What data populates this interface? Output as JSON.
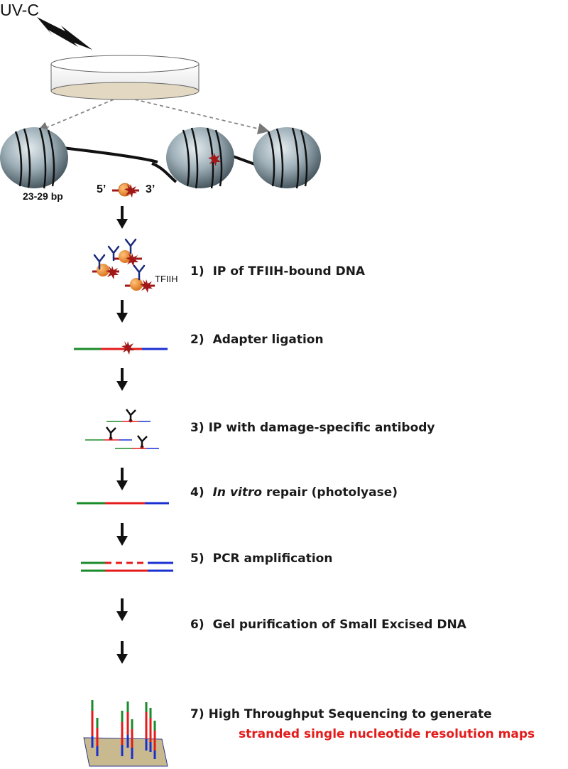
{
  "labels": {
    "uv": "UV-C",
    "fragment_length": "23-29 bp",
    "five_prime": "5’",
    "three_prime": "3’",
    "tfiih": "TFIIH"
  },
  "steps": [
    {
      "num": "1)",
      "text": "IP of TFIIH-bound DNA"
    },
    {
      "num": "2)",
      "text": "Adapter ligation"
    },
    {
      "num": "3)",
      "text": "IP with damage-specific antibody"
    },
    {
      "num": "4)",
      "italic": "In vitro",
      "text": " repair (photolyase)"
    },
    {
      "num": "5)",
      "text": "PCR amplification"
    },
    {
      "num": "6)",
      "text": "Gel purification of Small Excised DNA"
    },
    {
      "num": "7)",
      "text": "High Throughput Sequencing to generate",
      "line2": "stranded single nucleotide resolution maps"
    }
  ],
  "colors": {
    "adapter_left": "#1a8a2a",
    "insert": "#e31b1b",
    "adapter_right": "#1a2fd0",
    "damage": "#a01818",
    "tfiih_ball": "#f08a2a",
    "antibody": "#1a2a7a",
    "flowcell": "#c8b98e",
    "highlight_text": "#e31b1b"
  }
}
